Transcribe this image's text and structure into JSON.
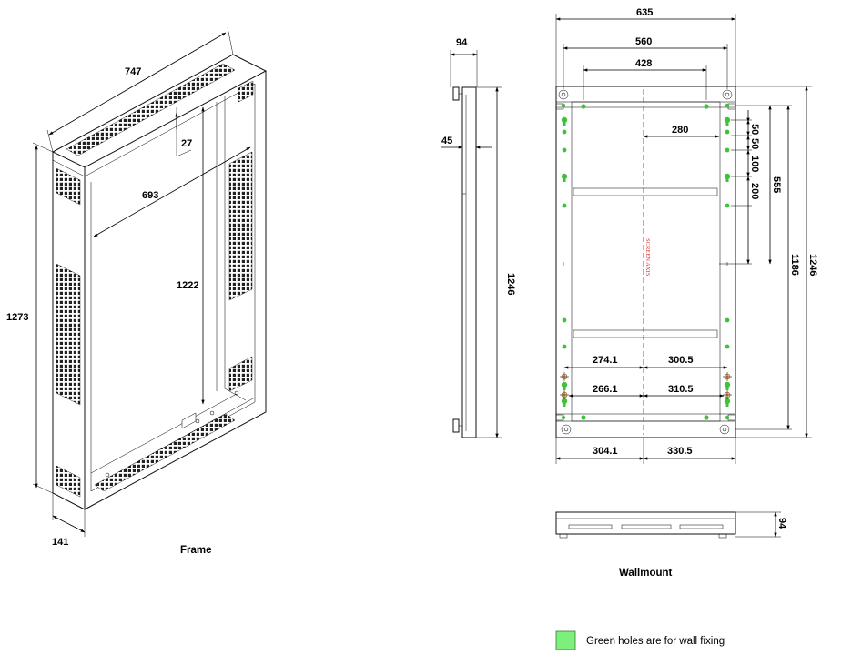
{
  "frame": {
    "caption": "Frame",
    "dims": {
      "width": "747",
      "slot": "27",
      "inner_width": "693",
      "inner_height": "1222",
      "height": "1273",
      "depth": "141"
    }
  },
  "side": {
    "dims": {
      "depth": "94",
      "offset": "45",
      "height": "1246"
    }
  },
  "wallmount": {
    "caption": "Wallmount",
    "axis_label": "SCREEN AXIS",
    "dims": {
      "overall_width": "635",
      "width_560": "560",
      "width_428": "428",
      "half_280": "280",
      "v50a": "50",
      "v50b": "50",
      "v100": "100",
      "v200": "200",
      "v555": "555",
      "h1186": "1186",
      "h1246": "1246",
      "l274": "274.1",
      "r300": "300.5",
      "l266": "266.1",
      "r310": "310.5",
      "l304": "304.1",
      "r330": "330.5",
      "bottom_depth": "94"
    }
  },
  "legend": {
    "text": "Green holes are for wall fixing",
    "swatch_color": "#7cf07a"
  },
  "colors": {
    "green_hole": "#3fc23a",
    "axis_red": "#d63a3a"
  }
}
